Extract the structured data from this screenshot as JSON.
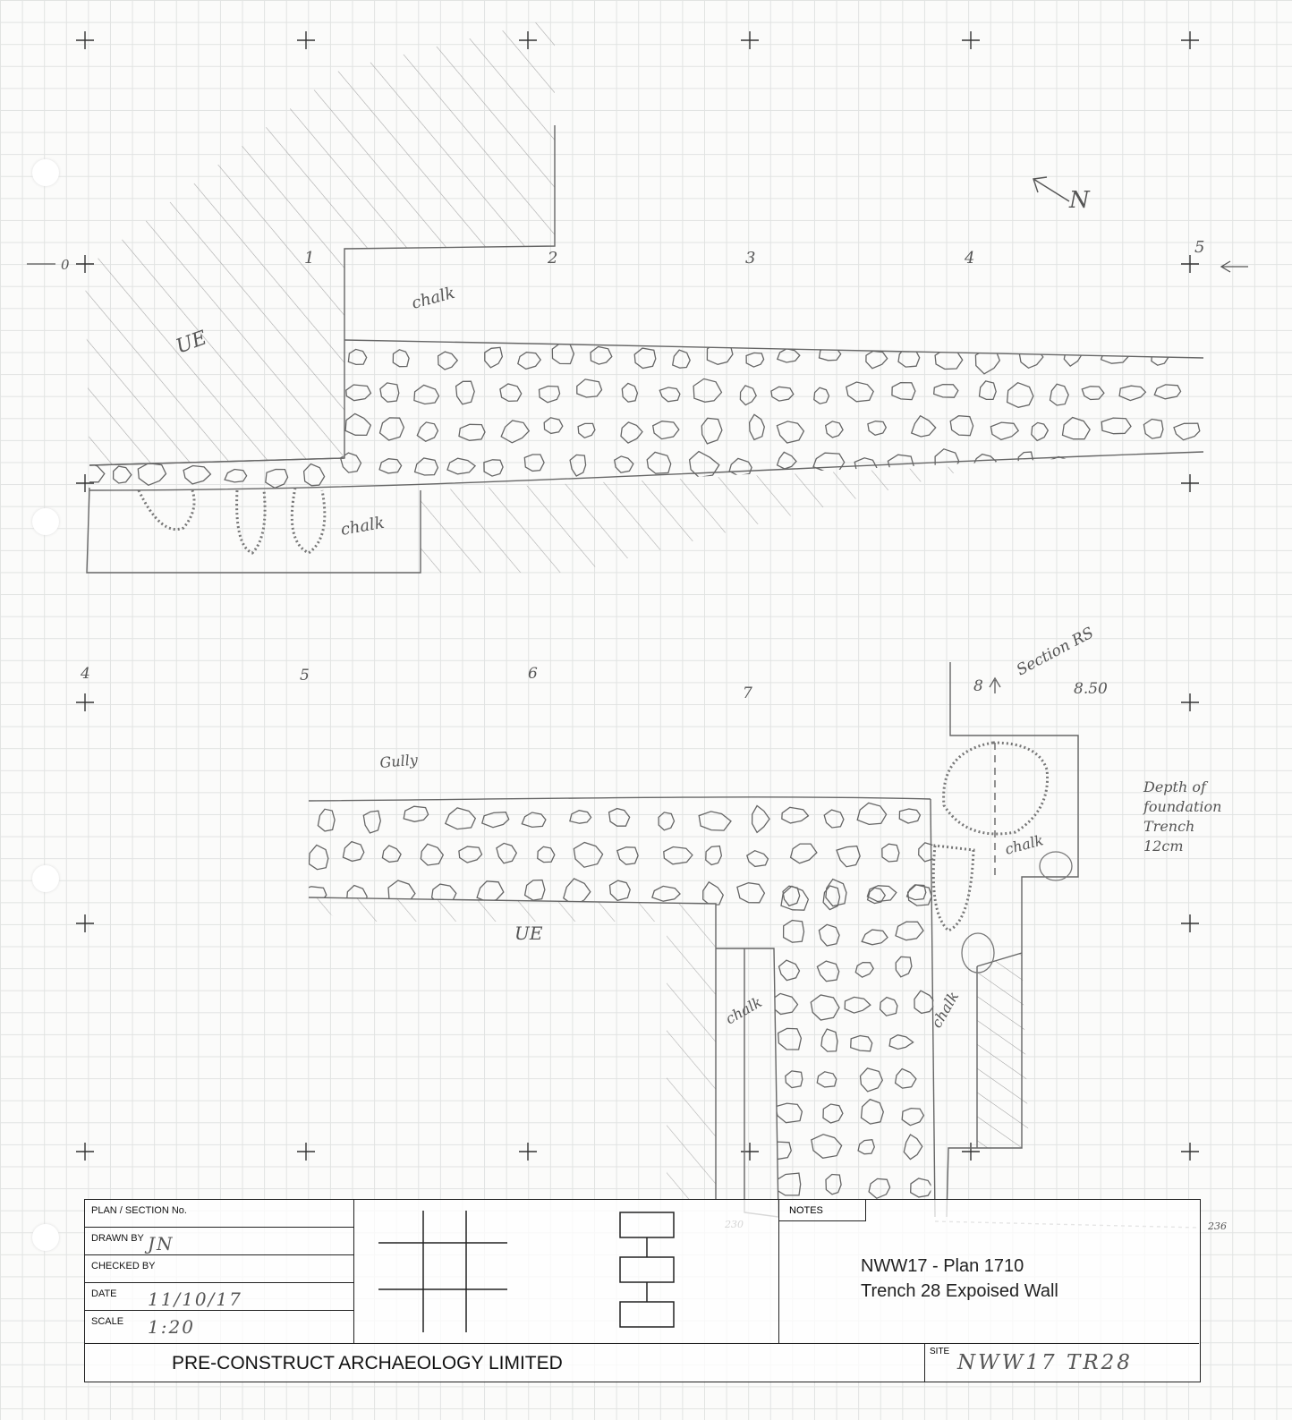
{
  "sheet": {
    "north_label": "N",
    "grid_top": {
      "origin": "0",
      "marks": [
        "1",
        "2",
        "3",
        "4",
        "5"
      ]
    },
    "grid_bottom": {
      "marks": [
        "4",
        "5",
        "6",
        "7",
        "8",
        "8.50"
      ]
    },
    "annotations": {
      "ue_top": "UE",
      "ue_bottom": "UE",
      "chalk": "chalk",
      "gully": "Gully",
      "section": "Section RS",
      "depth_note": [
        "Depth of",
        "foundation",
        "Trench",
        "12cm"
      ],
      "level_left": "230",
      "level_right": "236"
    }
  },
  "title_block": {
    "plan_section_label": "PLAN / SECTION No.",
    "drawn_by_label": "DRAWN BY",
    "drawn_by": "JN",
    "checked_by_label": "CHECKED BY",
    "date_label": "DATE",
    "date": "11/10/17",
    "scale_label": "SCALE",
    "scale": "1:20",
    "notes_label": "NOTES",
    "notes_line1": "NWW17 - Plan 1710",
    "notes_line2": "Trench 28 Expoised Wall",
    "company": "PRE-CONSTRUCT ARCHAEOLOGY LIMITED",
    "site_label": "SITE",
    "site": "NWW17 TR28"
  }
}
